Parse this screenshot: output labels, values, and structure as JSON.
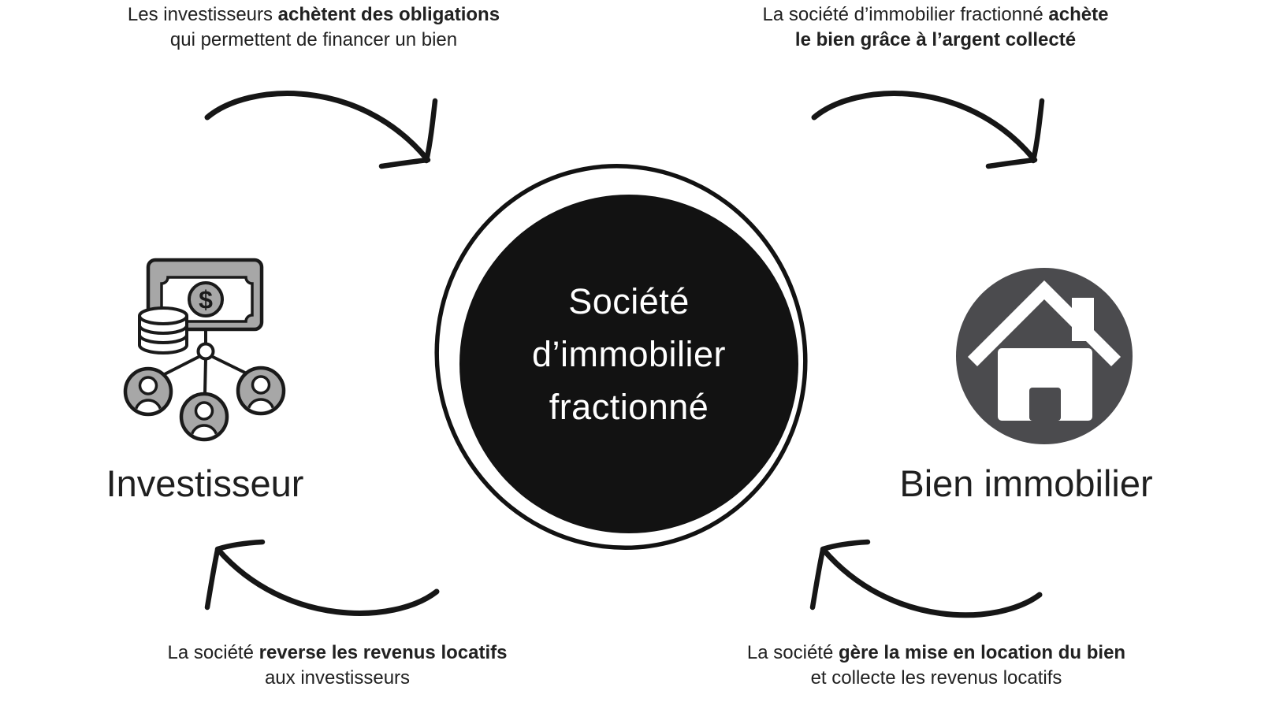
{
  "entity": {
    "lines": [
      "Société",
      "d’immobilier",
      "fractionné"
    ]
  },
  "nodes": {
    "investor_label": "Investisseur",
    "property_label": "Bien immobilier"
  },
  "captions": {
    "top_left": {
      "l1_regular": "Les investisseurs ",
      "l1_bold": "achètent des obligations",
      "l2_regular": "qui permettent de financer un bien"
    },
    "top_right": {
      "l1_regular": "La société d’immobilier fractionné ",
      "l1_bold": "achète",
      "l2_bold": "le bien grâce à l’argent collecté"
    },
    "bottom_left": {
      "l1_regular": "La société ",
      "l1_bold": "reverse les revenus locatifs",
      "l2_regular": "aux investisseurs"
    },
    "bottom_right": {
      "l1_regular": "La société ",
      "l1_bold": "gère la mise en location du bien",
      "l2_regular": "et collecte les revenus locatifs"
    }
  },
  "money_icon": {
    "dollar_symbol": "$"
  },
  "icons": {
    "left": "investors-money-icon",
    "right": "house-in-circle-icon",
    "arrows": [
      "arrow-top-left-icon",
      "arrow-top-right-icon",
      "arrow-bottom-left-icon",
      "arrow-bottom-right-icon"
    ]
  },
  "colors": {
    "background": "#ffffff",
    "ink": "#161616",
    "blob": "#121212",
    "gray_fill": "#a7a7a7",
    "dark_circle": "#4b4b4e",
    "white": "#ffffff"
  }
}
